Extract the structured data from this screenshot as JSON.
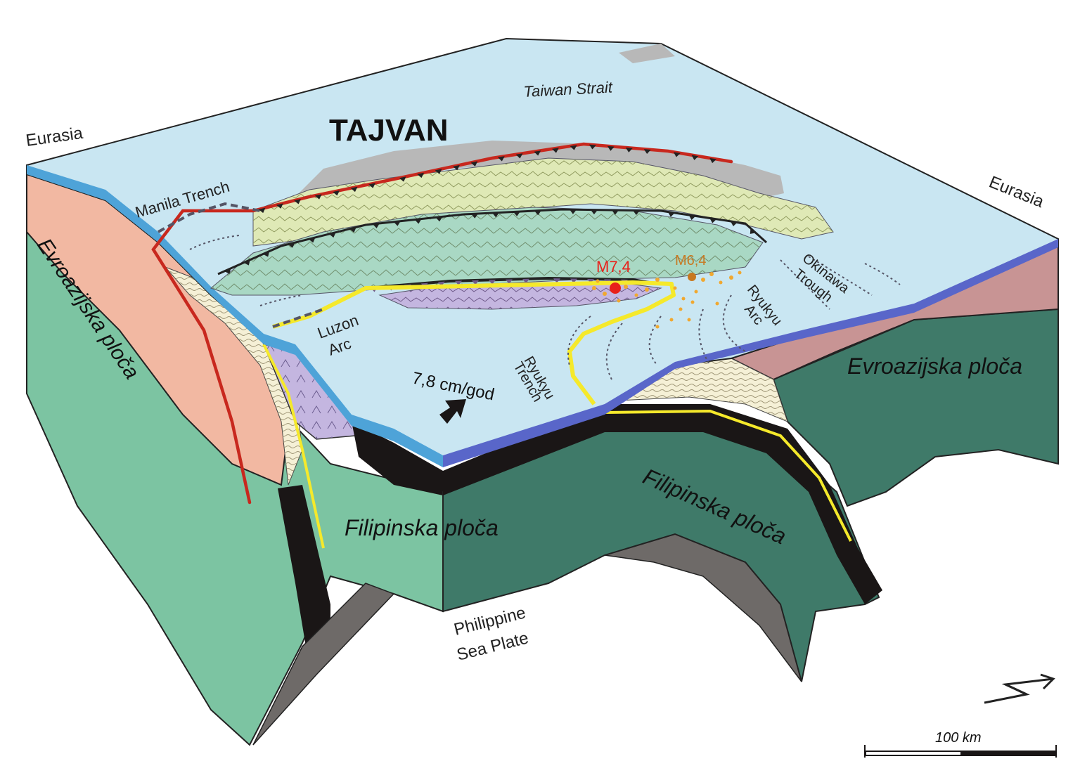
{
  "labels": {
    "title": "TAJVAN",
    "taiwan_strait": "Taiwan Strait",
    "eurasia_left": "Eurasia",
    "eurasia_right": "Eurasia",
    "manila_trench": "Manila Trench",
    "okinawa_line1": "Okinawa",
    "okinawa_line2": "Trough",
    "ryukyu_arc_line1": "Ryukyu",
    "ryukyu_arc_line2": "Arc",
    "luzon_line1": "Luzon",
    "luzon_line2": "Arc",
    "ryukyu_trench_line1": "Ryukyu",
    "ryukyu_trench_line2": "Trench",
    "velocity": "7,8 cm/god",
    "eq_main": "M7,4",
    "eq_second": "M6,4",
    "eurasian_plate_left": "Evroazijska ploča",
    "eurasian_plate_right": "Evroazijska ploča",
    "philippine_plate_center": "Filipinska ploča",
    "philippine_plate_right": "Filipinska ploča",
    "ps_plate_line1": "Philippine",
    "ps_plate_line2": "Sea Plate",
    "scale": "100 km"
  },
  "colors": {
    "sea": "#c9e6f2",
    "eurasian_crust": "#f2b8a2",
    "eurasian_mantle": "#7cc4a2",
    "philippine_mantle": "#3f7a69",
    "slab": "#1a1616",
    "subduction_line": "#f5e92b",
    "thrust_red": "#c8281e",
    "eq_main": "#e8201a",
    "eq_second": "#c87820",
    "aftershocks": "#f0a830"
  }
}
